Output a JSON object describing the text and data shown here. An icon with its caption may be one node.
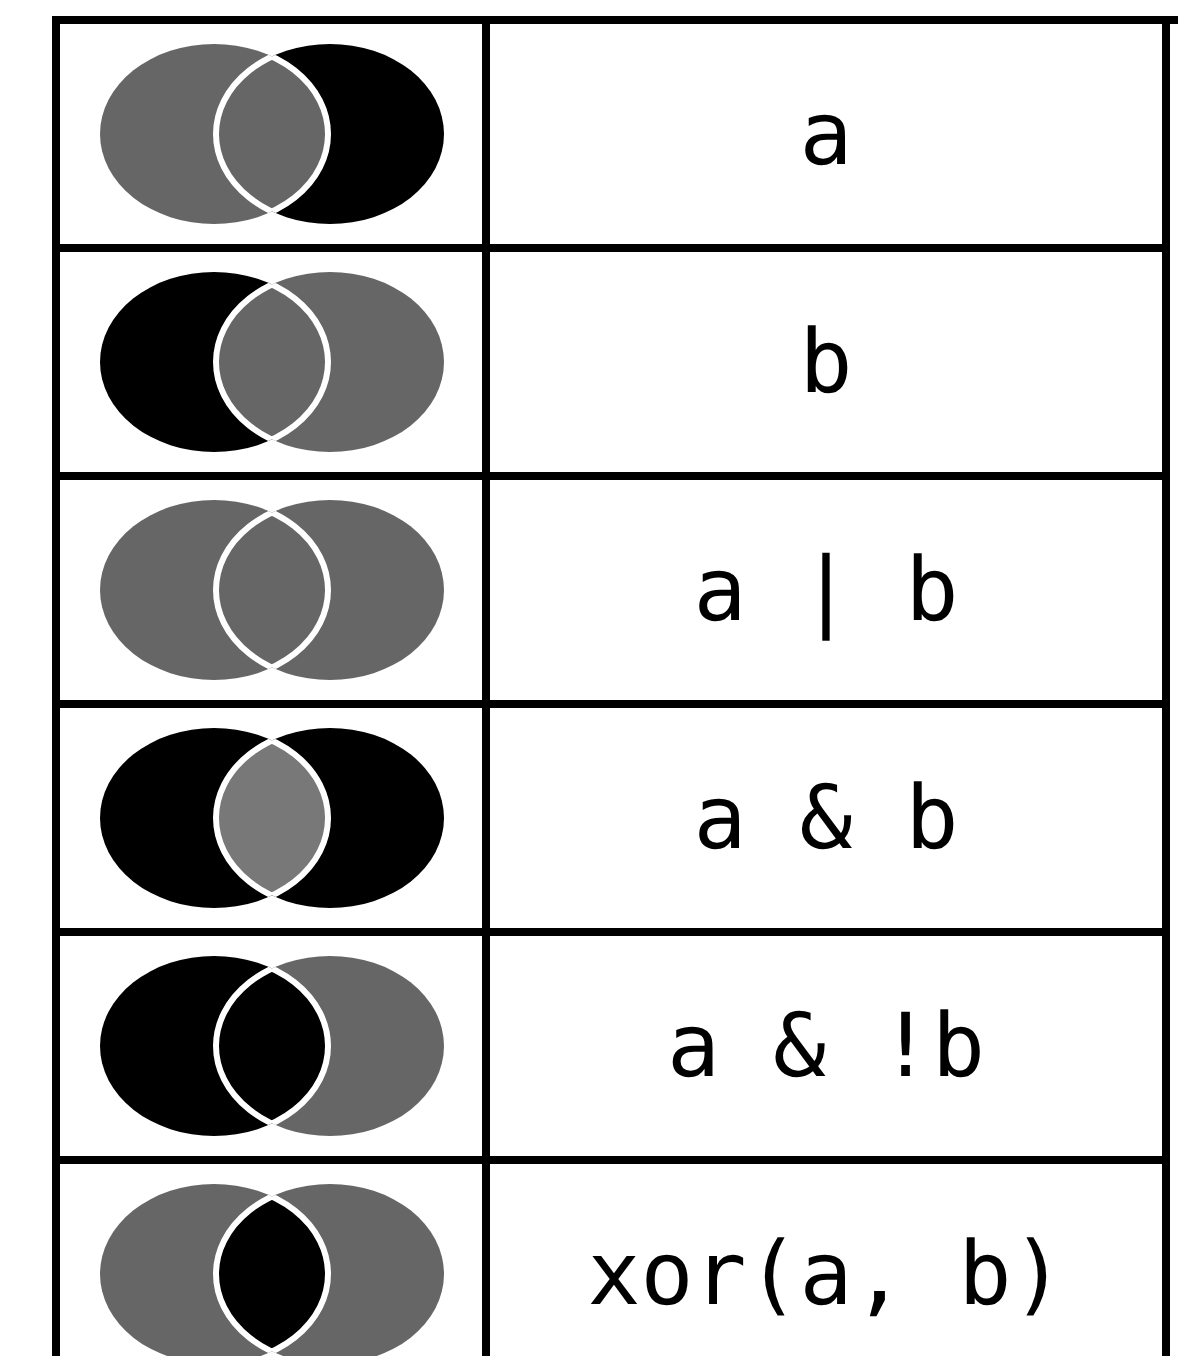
{
  "diagram": {
    "labels": [
      "a",
      "b",
      "a | b",
      "a & b",
      "a & !b",
      "xor(a, b)"
    ]
  }
}
